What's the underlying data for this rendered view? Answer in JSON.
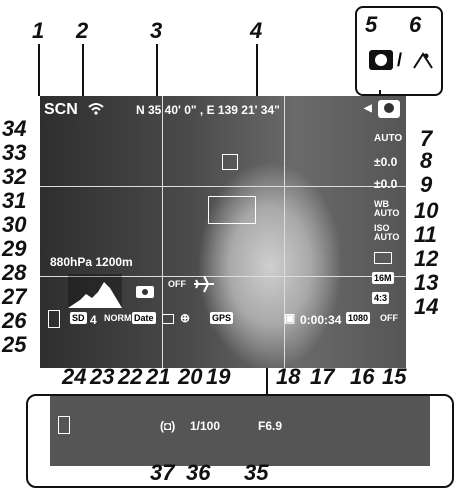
{
  "callouts": [
    "1",
    "2",
    "3",
    "4",
    "5",
    "6",
    "7",
    "8",
    "9",
    "10",
    "11",
    "12",
    "13",
    "14",
    "15",
    "16",
    "17",
    "18",
    "19",
    "20",
    "21",
    "22",
    "23",
    "24",
    "25",
    "26",
    "27",
    "28",
    "29",
    "30",
    "31",
    "32",
    "33",
    "34",
    "35",
    "36",
    "37"
  ],
  "popup": {
    "separator": "/"
  },
  "screen": {
    "scene_mode": "SCN",
    "gps_coords": "N 35  40' 0\" , E 139  21' 34\"",
    "flash": "AUTO",
    "flash_comp": "±0.0",
    "exposure_comp": "±0.0",
    "white_balance": [
      "WB",
      "AUTO"
    ],
    "iso": [
      "ISO",
      "AUTO"
    ],
    "image_size": "16M",
    "aspect": "4:3",
    "pressure_altitude": "880hPa 1200m",
    "record_time": "0:00:34",
    "movie_res": "1080",
    "sd": "SD",
    "shots": "4",
    "quality": "NORM",
    "date": "Date",
    "gps_label": "GPS",
    "af_lock_off": "OFF",
    "mic_off": "OFF"
  },
  "bottom": {
    "shutter": "1/100",
    "aperture": "F6.9"
  }
}
